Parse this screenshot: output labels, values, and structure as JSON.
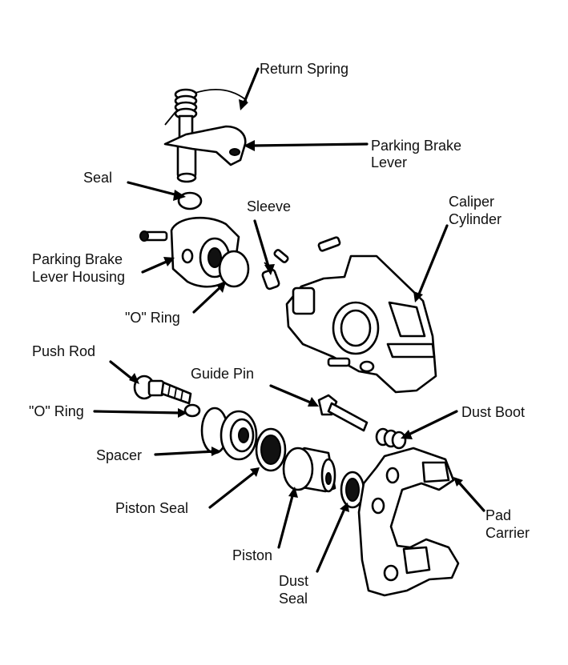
{
  "diagram": {
    "labels": {
      "return_spring": "Return Spring",
      "parking_brake_lever_1": "Parking Brake",
      "parking_brake_lever_2": "Lever",
      "seal": "Seal",
      "sleeve": "Sleeve",
      "caliper_cylinder_1": "Caliper",
      "caliper_cylinder_2": "Cylinder",
      "lever_housing_1": "Parking Brake",
      "lever_housing_2": "Lever Housing",
      "o_ring_upper": "\"O\" Ring",
      "push_rod": "Push Rod",
      "guide_pin": "Guide Pin",
      "dust_boot": "Dust Boot",
      "o_ring_lower": "\"O\" Ring",
      "spacer": "Spacer",
      "piston_seal": "Piston Seal",
      "piston": "Piston",
      "dust_seal_1": "Dust",
      "dust_seal_2": "Seal",
      "pad_carrier_1": "Pad",
      "pad_carrier_2": "Carrier"
    }
  }
}
